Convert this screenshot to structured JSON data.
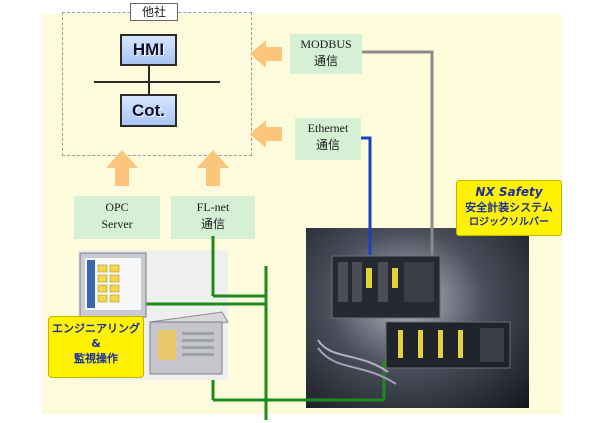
{
  "other_company_label": "他社",
  "hmi_label": "HMI",
  "controller_label": "Cot.",
  "modbus": {
    "line1": "MODBUS",
    "line2": "通信"
  },
  "ethernet": {
    "line1": "Ethernet",
    "line2": "通信"
  },
  "opc": {
    "line1": "OPC",
    "line2": "Server"
  },
  "flnet": {
    "line1": "FL-net",
    "line2": "通信"
  },
  "nx_safety": {
    "line1": "NX Safety",
    "line2": "安全計装システム",
    "line3": "ロジックソルバー"
  },
  "engineering": {
    "line1": "エンジニアリング",
    "line2": "&",
    "line3": "監視操作"
  },
  "colors": {
    "background": "#fdfbdc",
    "green_box": "#d6f0d6",
    "arrow": "#fbc67c",
    "highlight_yellow": "#fff200",
    "text_blue": "#1a2fa0",
    "modbus_line": "#8a8a8a",
    "ethernet_line": "#1c3fbf",
    "flnet_line": "#1e8a1e"
  }
}
